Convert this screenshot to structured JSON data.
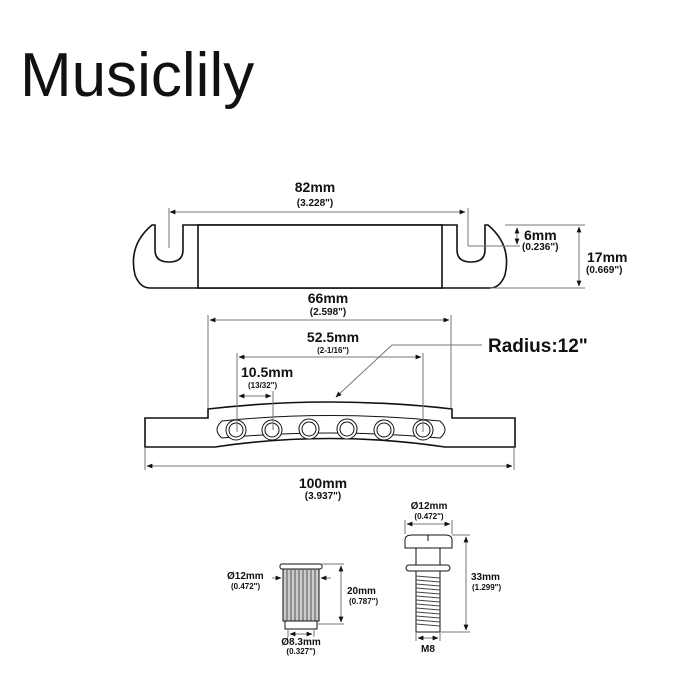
{
  "brand": "Musiclily",
  "tailpiece": {
    "width": {
      "mm": "82mm",
      "inch": "(3.228\")"
    },
    "slot_depth": {
      "mm": "6mm",
      "inch": "(0.236\")"
    },
    "height": {
      "mm": "17mm",
      "inch": "(0.669\")"
    }
  },
  "bridge": {
    "span": {
      "mm": "66mm",
      "inch": "(2.598\")"
    },
    "string_spread": {
      "mm": "52.5mm",
      "inch": "(2-1/16\")"
    },
    "string_spacing": {
      "mm": "10.5mm",
      "inch": "(13/32\")"
    },
    "radius": "Radius:12\"",
    "length": {
      "mm": "100mm",
      "inch": "(3.937\")"
    }
  },
  "bushing": {
    "diameter": {
      "mm": "Ø12mm",
      "inch": "(0.472\")"
    },
    "height": {
      "mm": "20mm",
      "inch": "(0.787\")"
    },
    "inner_diameter": {
      "mm": "Ø8.3mm",
      "inch": "(0.327\")"
    }
  },
  "stud": {
    "head_diameter": {
      "mm": "Ø12mm",
      "inch": "(0.472\")"
    },
    "length": {
      "mm": "33mm",
      "inch": "(1.299\")"
    },
    "thread": "M8"
  }
}
